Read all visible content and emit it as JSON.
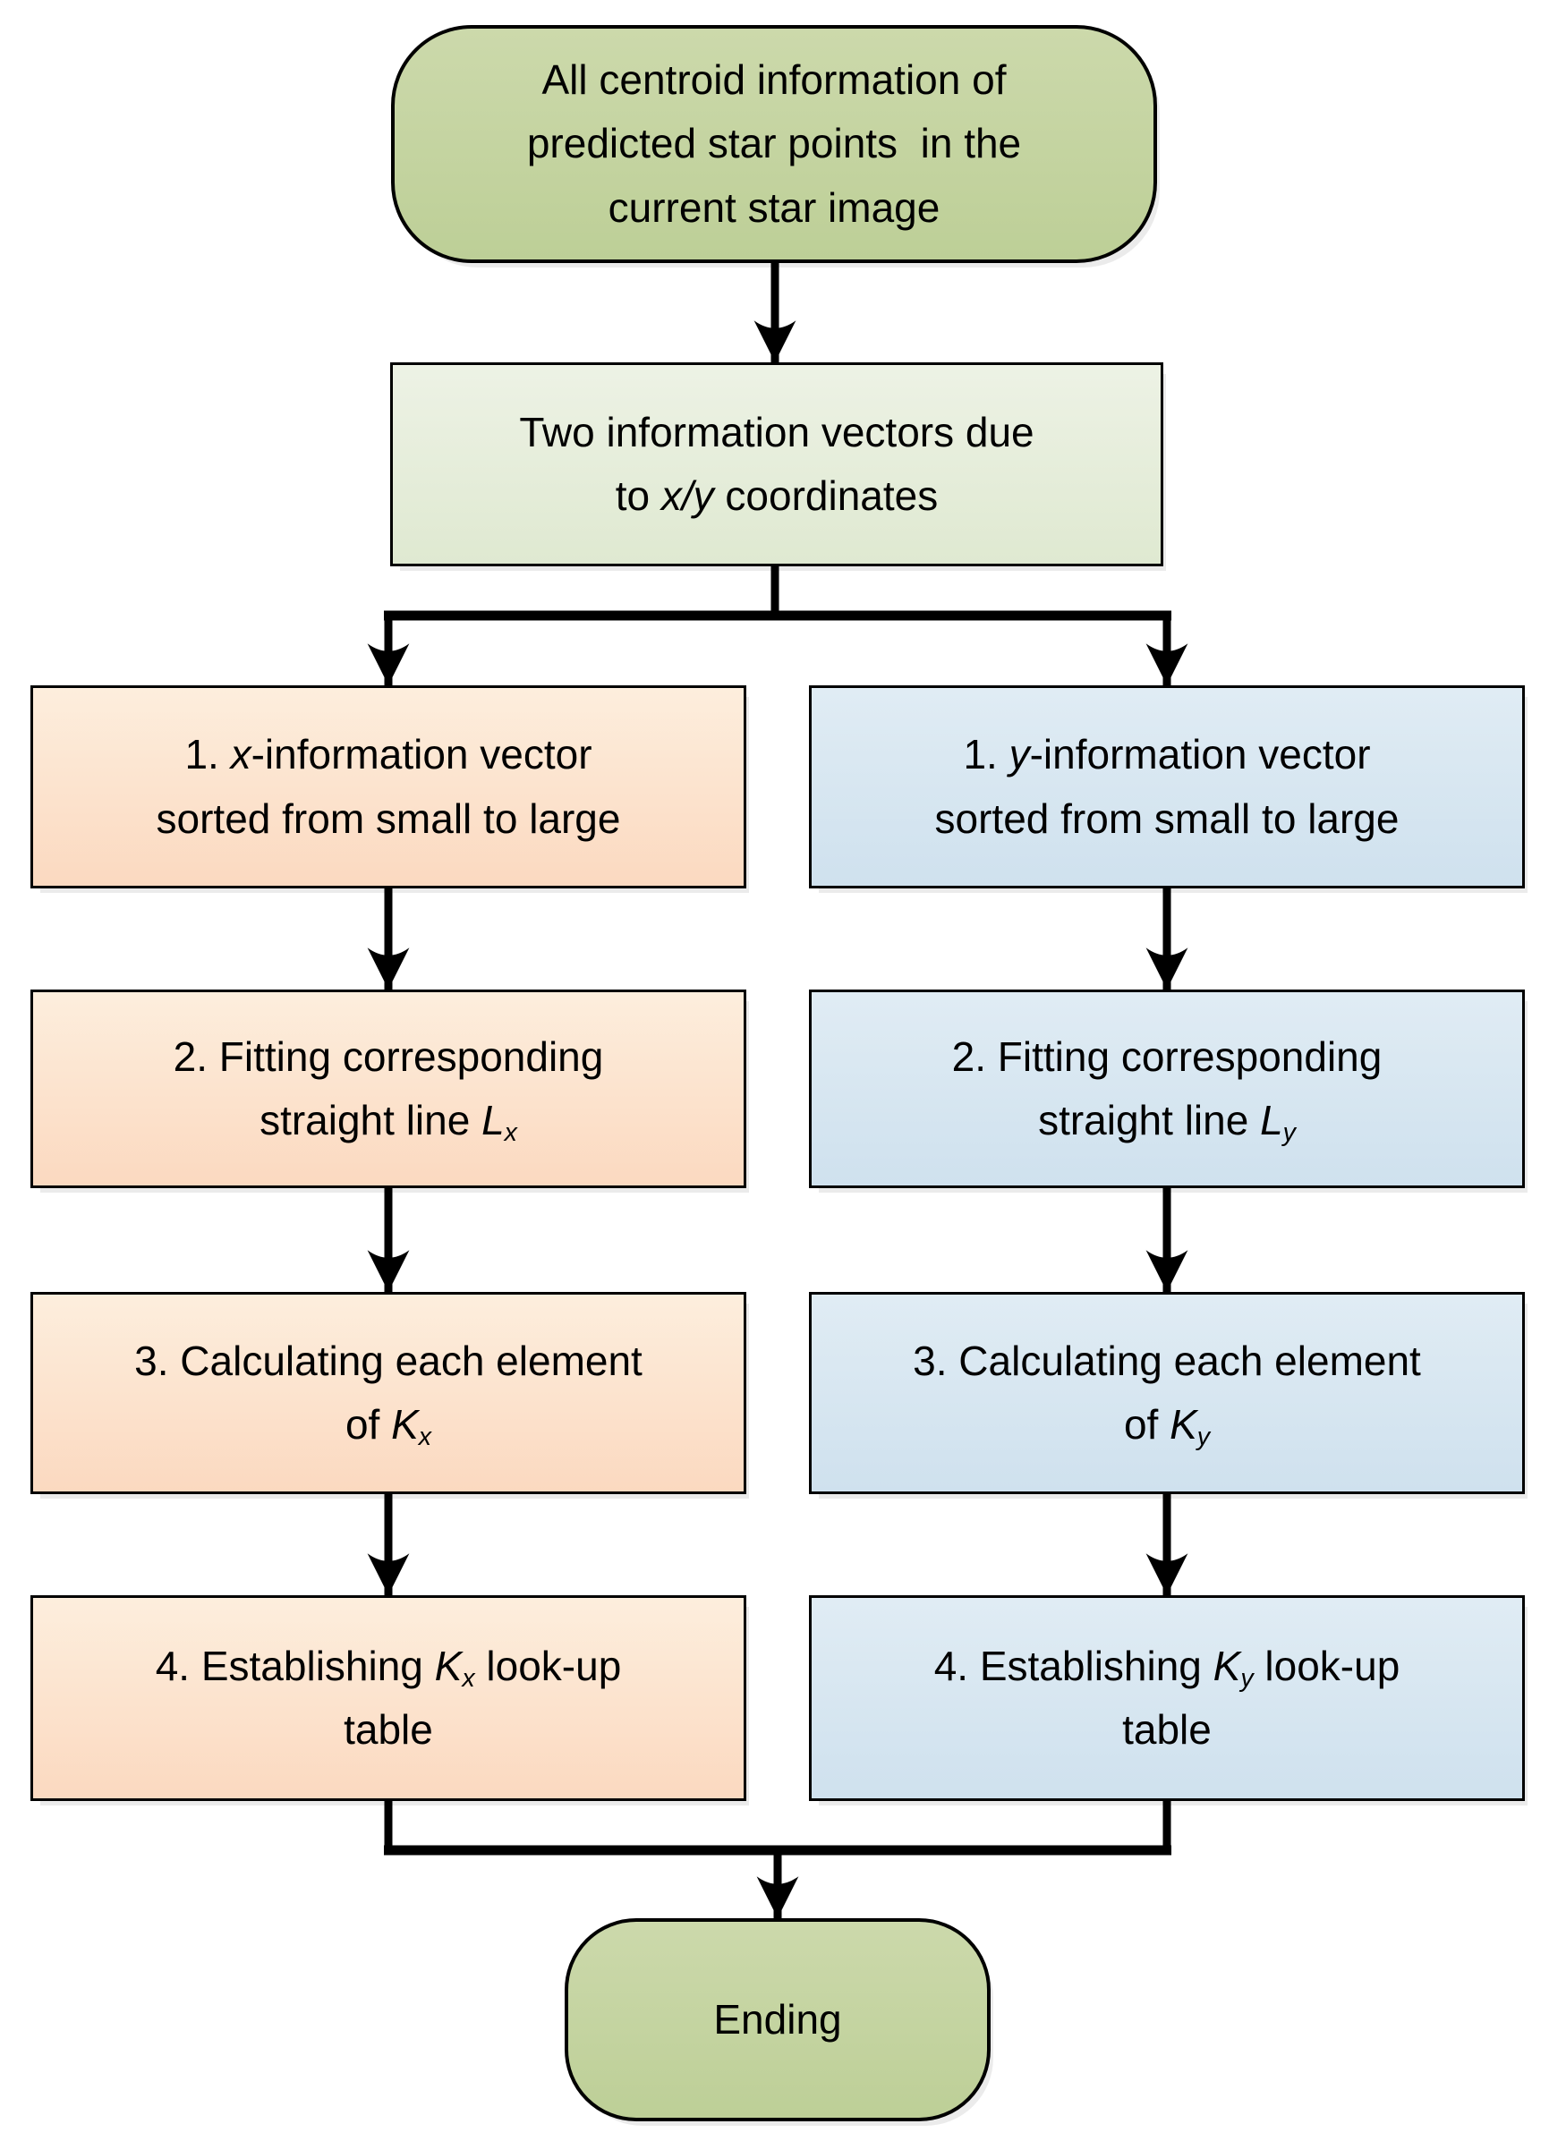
{
  "diagram": {
    "nodes": {
      "start": {
        "parts": [
          {
            "t": "All centroid information of"
          },
          {
            "br": true
          },
          {
            "t": "predicted star points  in the"
          },
          {
            "br": true
          },
          {
            "t": "current star image"
          }
        ]
      },
      "vectors": {
        "parts": [
          {
            "t": "Two information vectors due"
          },
          {
            "br": true
          },
          {
            "t": "to "
          },
          {
            "t": "x/y",
            "i": true
          },
          {
            "t": " coordinates"
          }
        ]
      },
      "x1": {
        "parts": [
          {
            "t": "1. "
          },
          {
            "t": "x",
            "i": true
          },
          {
            "t": "-information vector"
          },
          {
            "br": true
          },
          {
            "t": "sorted from small to large"
          }
        ]
      },
      "x2": {
        "parts": [
          {
            "t": "2. Fitting corresponding"
          },
          {
            "br": true
          },
          {
            "t": "straight line "
          },
          {
            "t": "L",
            "i": true
          },
          {
            "t": "x",
            "i": true,
            "sub": true
          }
        ]
      },
      "x3": {
        "parts": [
          {
            "t": "3. Calculating each element"
          },
          {
            "br": true
          },
          {
            "t": "of "
          },
          {
            "t": "K",
            "i": true
          },
          {
            "t": "x",
            "i": true,
            "sub": true
          }
        ]
      },
      "x4": {
        "parts": [
          {
            "t": "4. Establishing "
          },
          {
            "t": "K",
            "i": true
          },
          {
            "t": "x",
            "i": true,
            "sub": true
          },
          {
            "t": " look-up"
          },
          {
            "br": true
          },
          {
            "t": "table"
          }
        ]
      },
      "y1": {
        "parts": [
          {
            "t": "1. "
          },
          {
            "t": "y",
            "i": true
          },
          {
            "t": "-information vector"
          },
          {
            "br": true
          },
          {
            "t": "sorted from small to large"
          }
        ]
      },
      "y2": {
        "parts": [
          {
            "t": "2. Fitting corresponding"
          },
          {
            "br": true
          },
          {
            "t": "straight line "
          },
          {
            "t": "L",
            "i": true
          },
          {
            "t": "y",
            "i": true,
            "sub": true
          }
        ]
      },
      "y3": {
        "parts": [
          {
            "t": "3. Calculating each element"
          },
          {
            "br": true
          },
          {
            "t": "of "
          },
          {
            "t": "K",
            "i": true
          },
          {
            "t": "y",
            "i": true,
            "sub": true
          }
        ]
      },
      "y4": {
        "parts": [
          {
            "t": "4. Establishing "
          },
          {
            "t": "K",
            "i": true
          },
          {
            "t": "y",
            "i": true,
            "sub": true
          },
          {
            "t": " look-up"
          },
          {
            "br": true
          },
          {
            "t": "table"
          }
        ]
      },
      "ending": {
        "parts": [
          {
            "t": "Ending"
          }
        ]
      }
    },
    "colors": {
      "background": "#ffffff",
      "border": "#000000",
      "arrow": "#000000",
      "terminal_top": "#ccd9ab",
      "terminal_bottom": "#bdcf97",
      "process_top": "#edf2e5",
      "process_bottom": "#dfe9d1",
      "x_top": "#fdeedd",
      "x_bottom": "#fbd9c0",
      "y_top": "#e0ecf4",
      "y_bottom": "#cfe1ee"
    }
  }
}
